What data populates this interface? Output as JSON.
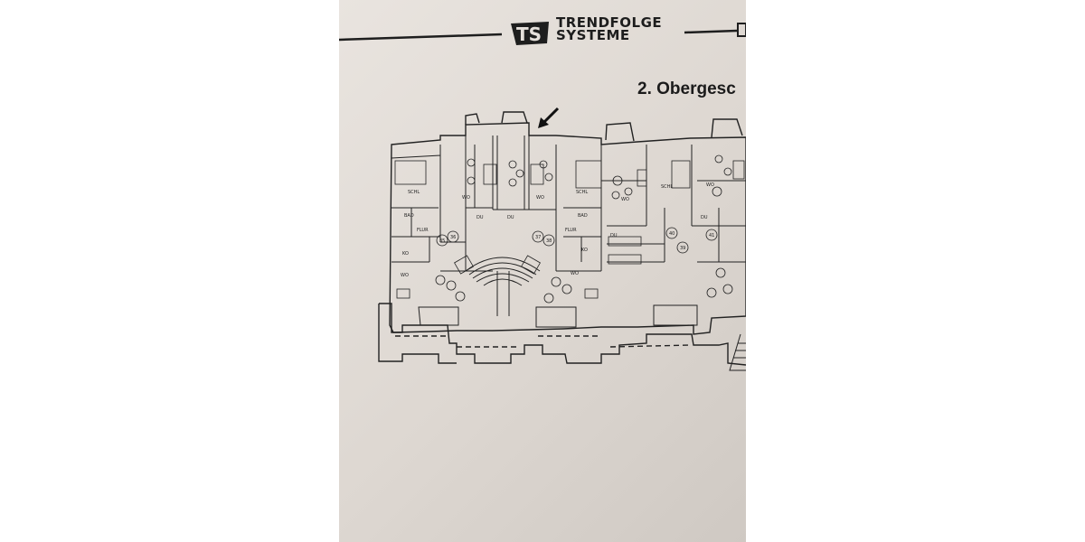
{
  "logo": {
    "monogram": "TS",
    "line1": "TRENDFOLGE",
    "line2": "SYSTEME",
    "logo_icon": "ts-monogram-icon"
  },
  "floor_title": "2. Obergesc",
  "annotation_icon": "arrow-pointer-icon",
  "rooms": {
    "schl_left": "SCHL",
    "schl_mid": "SCHL",
    "schl_right": "SCHL",
    "wo_1": "WO",
    "wo_2": "WO",
    "wo_3": "WO",
    "wo_4": "WO",
    "wo_5": "WO",
    "wo_6": "WO",
    "bad_1": "BAD",
    "bad_2": "BAD",
    "flur_1": "FLUR",
    "flur_2": "FLUR",
    "ko_1": "KO",
    "ko_2": "KO",
    "du_1": "DU",
    "du_2": "DU",
    "du_3": "DU",
    "du_4": "DU"
  },
  "unit_numbers": {
    "u35": "35",
    "u36": "36",
    "u37": "37",
    "u38": "38",
    "u40": "40",
    "u41": "41",
    "u39": "39"
  },
  "colors": {
    "paper": "#e5e0db",
    "ink": "#1e1e1e",
    "background": "#ffffff"
  }
}
